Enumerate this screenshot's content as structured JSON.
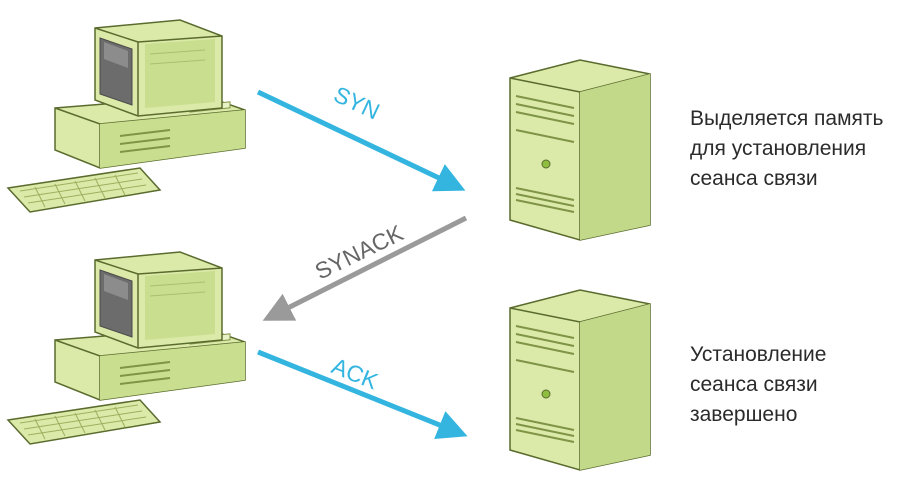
{
  "colors": {
    "blue_arrow": "#33b5e0",
    "gray_arrow": "#9a9a9a",
    "device_fill": "#dbeaa8",
    "device_dark": "#b9d47a",
    "screen": "#6c6c6c",
    "outline": "#5a6b2e"
  },
  "icons": {
    "client_top": "desktop-computer-icon",
    "client_bottom": "desktop-computer-icon",
    "server_top": "server-tower-icon",
    "server_bottom": "server-tower-icon"
  },
  "arrows": {
    "syn": "SYN",
    "synack": "SYNACK",
    "ack": "ACK"
  },
  "notes": {
    "top": [
      "Выделяется память",
      "для установления",
      "сеанса связи"
    ],
    "bottom": [
      "Установление",
      "сеанса связи",
      "завершено"
    ]
  }
}
